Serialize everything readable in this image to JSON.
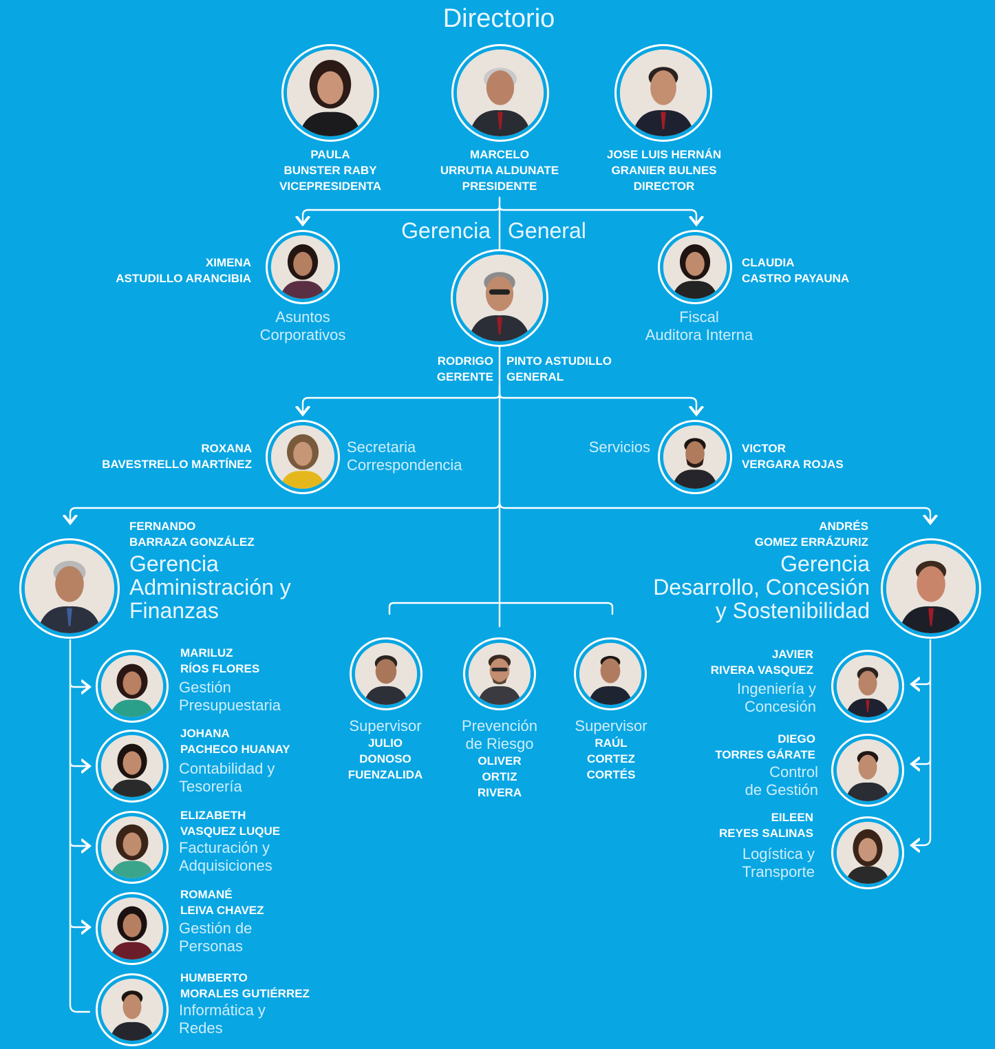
{
  "colors": {
    "background": "#08a6e3",
    "text": "#ffffff",
    "role_text": "#cfeefc"
  },
  "icons": {
    "person": "person-photo-icon",
    "arrow": "arrow-down-icon"
  },
  "directorio": {
    "title": "Directorio",
    "members": [
      {
        "first": "PAULA",
        "last": "BUNSTER RABY",
        "title": "VICEPRESIDENTA"
      },
      {
        "first": "MARCELO",
        "last": "URRUTIA ALDUNATE",
        "title": "PRESIDENTE"
      },
      {
        "first": "JOSE LUIS HERNÁN",
        "last": "GRANIER BULNES",
        "title": "DIRECTOR"
      }
    ]
  },
  "gerencia_general": {
    "title_left": "Gerencia",
    "title_right": "General",
    "gerente": {
      "first_left": "RODRIGO",
      "first_right": "PINTO ASTUDILLO",
      "title_left": "GERENTE",
      "title_right": "GENERAL"
    },
    "left": {
      "first": "XIMENA",
      "last": "ASTUDILLO ARANCIBIA",
      "role1": "Asuntos",
      "role2": "Corporativos"
    },
    "right": {
      "first": "CLAUDIA",
      "last": "CASTRO PAYAUNA",
      "role1": "Fiscal",
      "role2": "Auditora Interna"
    }
  },
  "staff": {
    "left": {
      "first": "ROXANA",
      "last": "BAVESTRELLO MARTÍNEZ",
      "role1": "Secretaria",
      "role2": "Correspondencia"
    },
    "right": {
      "first": "VICTOR",
      "last": "VERGARA ROJAS",
      "role1": "Servicios"
    }
  },
  "admin": {
    "first": "FERNANDO",
    "last": "BARRAZA GONZÁLEZ",
    "dept1": "Gerencia",
    "dept2": "Administración y",
    "dept3": "Finanzas",
    "reports": [
      {
        "first": "MARILUZ",
        "last": "RÍOS FLORES",
        "role1": "Gestión",
        "role2": "Presupuestaria"
      },
      {
        "first": "JOHANA",
        "last": "PACHECO HUANAY",
        "role1": "Contabilidad y",
        "role2": "Tesorería"
      },
      {
        "first": "ELIZABETH",
        "last": "VASQUEZ LUQUE",
        "role1": "Facturación y",
        "role2": "Adquisiciones"
      },
      {
        "first": "ROMANÉ",
        "last": "LEIVA CHAVEZ",
        "role1": "Gestión de",
        "role2": "Personas"
      },
      {
        "first": "HUMBERTO",
        "last": "MORALES GUTIÉRREZ",
        "role1": "Informática y",
        "role2": "Redes"
      }
    ]
  },
  "desarrollo": {
    "first": "ANDRÉS",
    "last": "GOMEZ ERRÁZURIZ",
    "dept1": "Gerencia",
    "dept2": "Desarrollo, Concesión",
    "dept3": "y Sostenibilidad",
    "reports": [
      {
        "first": "JAVIER",
        "last": "RIVERA VASQUEZ",
        "role1": "Ingeniería y",
        "role2": "Concesión"
      },
      {
        "first": "DIEGO",
        "last": "TORRES GÁRATE",
        "role1": "Control",
        "role2": "de Gestión"
      },
      {
        "first": "EILEEN",
        "last": "REYES SALINAS",
        "role1": "Logística y",
        "role2": "Transporte"
      }
    ]
  },
  "center": [
    {
      "role1": "Supervisor",
      "name1": "JULIO",
      "name2": "DONOSO",
      "name3": "FUENZALIDA"
    },
    {
      "role1": "Prevención",
      "role2": "de Riesgo",
      "name1": "OLIVER",
      "name2": "ORTIZ",
      "name3": "RIVERA"
    },
    {
      "role1": "Supervisor",
      "name1": "RAÚL",
      "name2": "CORTEZ",
      "name3": "CORTÉS"
    }
  ]
}
